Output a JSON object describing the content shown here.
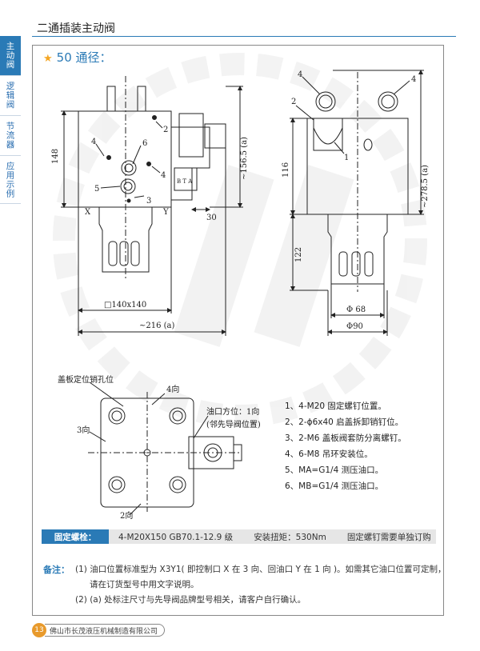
{
  "header": {
    "title": "二通插装主动阀"
  },
  "side_tabs": [
    {
      "label": "主动阀",
      "active": true
    },
    {
      "label": "逻辑阀",
      "active": false
    },
    {
      "label": "节流器",
      "active": false
    },
    {
      "label": "应用示例",
      "active": false
    }
  ],
  "section": {
    "title": "50 通径："
  },
  "drawing": {
    "front": {
      "d_148": "148",
      "d_156": "~156.5 (a)",
      "d_30": "30",
      "d_140": "□140x140",
      "d_216": "~216 (a)",
      "port_x": "X",
      "port_y": "Y",
      "c2": "2",
      "c3": "3",
      "c4a": "4",
      "c4b": "4",
      "c5": "5",
      "c6": "6",
      "btag": "B T A"
    },
    "side": {
      "d_116": "116",
      "d_122": "122",
      "d_278": "~278.5 (a)",
      "d_68": "Φ 68",
      "d_90": "Φ90",
      "c1": "1",
      "c2": "2",
      "c4a": "4",
      "c4b": "4"
    },
    "top": {
      "pin_label": "盖板定位销孔位",
      "dir2": "2向",
      "dir3": "3向",
      "dir4": "4向",
      "oil_a": "油口方位：1向",
      "oil_b": "(邻先导阀位置)"
    }
  },
  "notes": [
    "1、4-M20 固定螺钉位置。",
    "2、2-ϕ6x40 启盖拆卸销钉位。",
    "3、2-M6 盖板阀套防分离螺钉。",
    "4、6-M8 吊环安装位。",
    "5、MA=G1/4 测压油口。",
    "6、MB=G1/4 测压油口。"
  ],
  "bolts": {
    "label": "固定螺栓：",
    "spec": "4-M20X150 GB70.1-12.9 级",
    "torque": "安装扭矩：530Nm",
    "note": "固定螺钉需要单独订购"
  },
  "remarks": {
    "label": "备注：",
    "line1": "(1) 油口位置标准型为 X3Y1( 即控制口 X 在 3 向、回油口 Y 在 1 向 )。如需其它油口位置可定制，",
    "line2": "请在订货型号中用文字说明。",
    "line3": "(2) (a) 处标注尺寸与先导阀品牌型号相关，请客户自行确认。"
  },
  "footer": {
    "page": "13",
    "company": "佛山市长茂液压机械制造有限公司"
  },
  "colors": {
    "accent": "#2a7ab6",
    "star": "#f5a623",
    "page_badge": "#e89a2c"
  }
}
